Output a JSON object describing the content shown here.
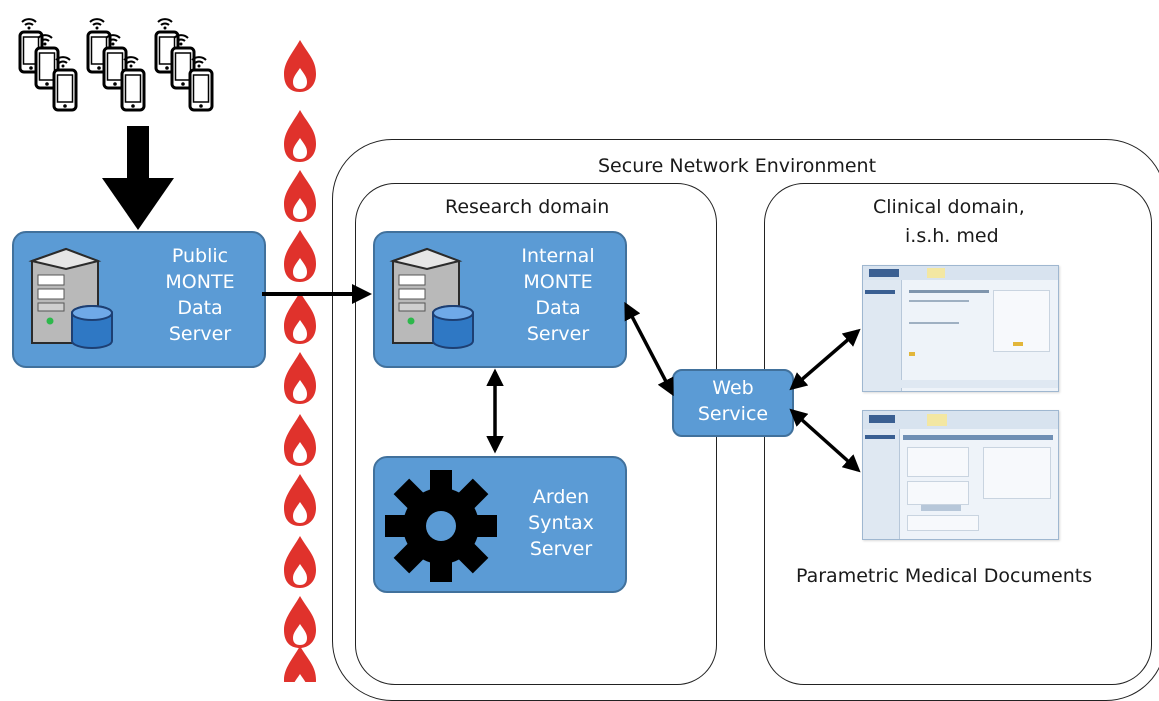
{
  "environment": {
    "title": "Secure Network Environment"
  },
  "research_domain": {
    "title": "Research domain"
  },
  "clinical_domain": {
    "title_line1": "Clinical domain,",
    "title_line2": "i.s.h. med"
  },
  "public_server": {
    "lines": [
      "Public",
      "MONTE",
      "Data",
      "Server"
    ]
  },
  "internal_server": {
    "lines": [
      "Internal",
      "MONTE",
      "Data",
      "Server"
    ]
  },
  "arden_server": {
    "lines": [
      "Arden",
      "Syntax",
      "Server"
    ]
  },
  "web_service": {
    "lines": [
      "Web",
      "Service"
    ]
  },
  "documents": {
    "caption": "Parametric Medical Documents"
  },
  "icons": {
    "phones": "smartphone-wifi-icon",
    "firewall": "flame-icon",
    "server": "server-database-icon",
    "gear": "gear-icon"
  },
  "colors": {
    "box_fill": "#5b9bd5",
    "box_border": "#41719c",
    "flame": "#e0322c"
  }
}
